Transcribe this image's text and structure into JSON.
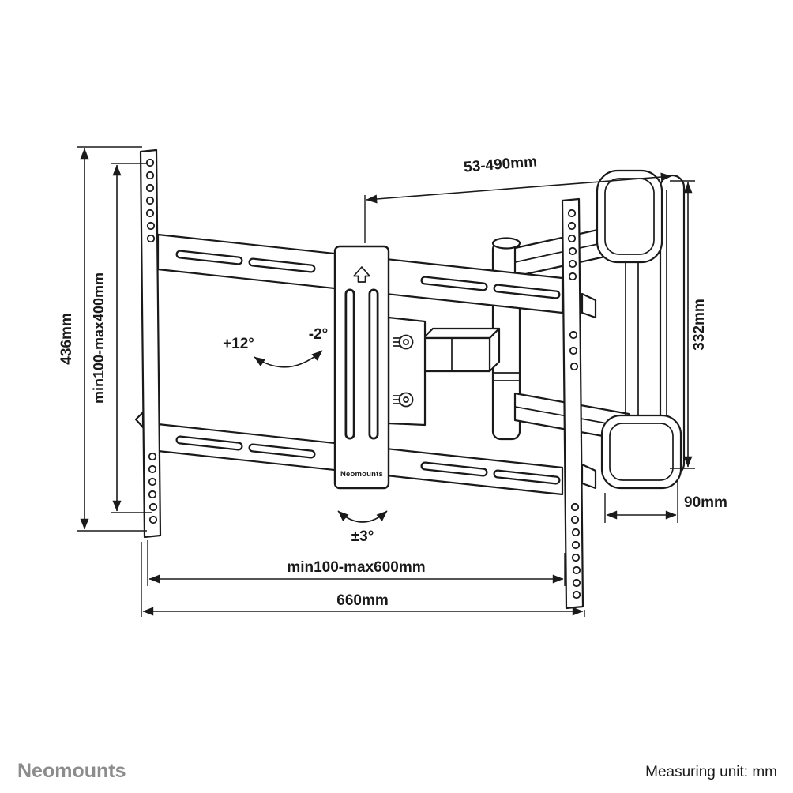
{
  "page": {
    "background": "#ffffff",
    "line_color": "#1a1a1a"
  },
  "dimensions": {
    "total_height": "436mm",
    "vesa_height_range": "min100-max400mm",
    "extension_range": "53-490mm",
    "wall_bracket_height": "332mm",
    "wall_depth": "90mm",
    "vesa_width_range": "min100-max600mm",
    "total_width": "660mm"
  },
  "angles": {
    "tilt_up": "+12°",
    "tilt_down": "-2°",
    "swivel_level": "±3°"
  },
  "product": {
    "center_plate_logo": "Neomounts"
  },
  "footer": {
    "brand": "Neomounts",
    "measuring_unit": "Measuring unit: mm"
  }
}
